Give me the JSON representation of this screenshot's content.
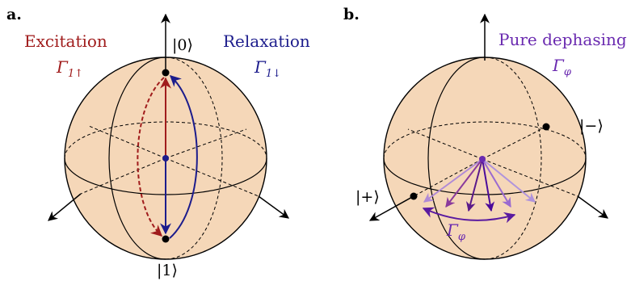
{
  "panel_a": {
    "label": "a.",
    "ket_top": "|0⟩",
    "ket_bottom": "|1⟩",
    "excitation": {
      "title": "Excitation",
      "symbol": "Γ",
      "subscript": "1↑",
      "color": "#a01c1c"
    },
    "relaxation": {
      "title": "Relaxation",
      "symbol": "Γ",
      "subscript": "1↓",
      "color": "#1c1c8c"
    }
  },
  "panel_b": {
    "label": "b.",
    "ket_minus": "|−⟩",
    "ket_plus": "|+⟩",
    "dephasing": {
      "title": "Pure dephasing",
      "symbol": "Γ",
      "subscript": "φ",
      "color": "#6a2ab0"
    },
    "arc_label": {
      "symbol": "Γ",
      "subscript": "φ"
    }
  },
  "colors": {
    "sphere_fill": "#f5d7b8",
    "outline": "#000000",
    "arrow_shades": [
      "#b08ad6",
      "#8a3a9c",
      "#5a1a8a",
      "#4a0a9a",
      "#9a6ad0",
      "#b094dc"
    ]
  }
}
